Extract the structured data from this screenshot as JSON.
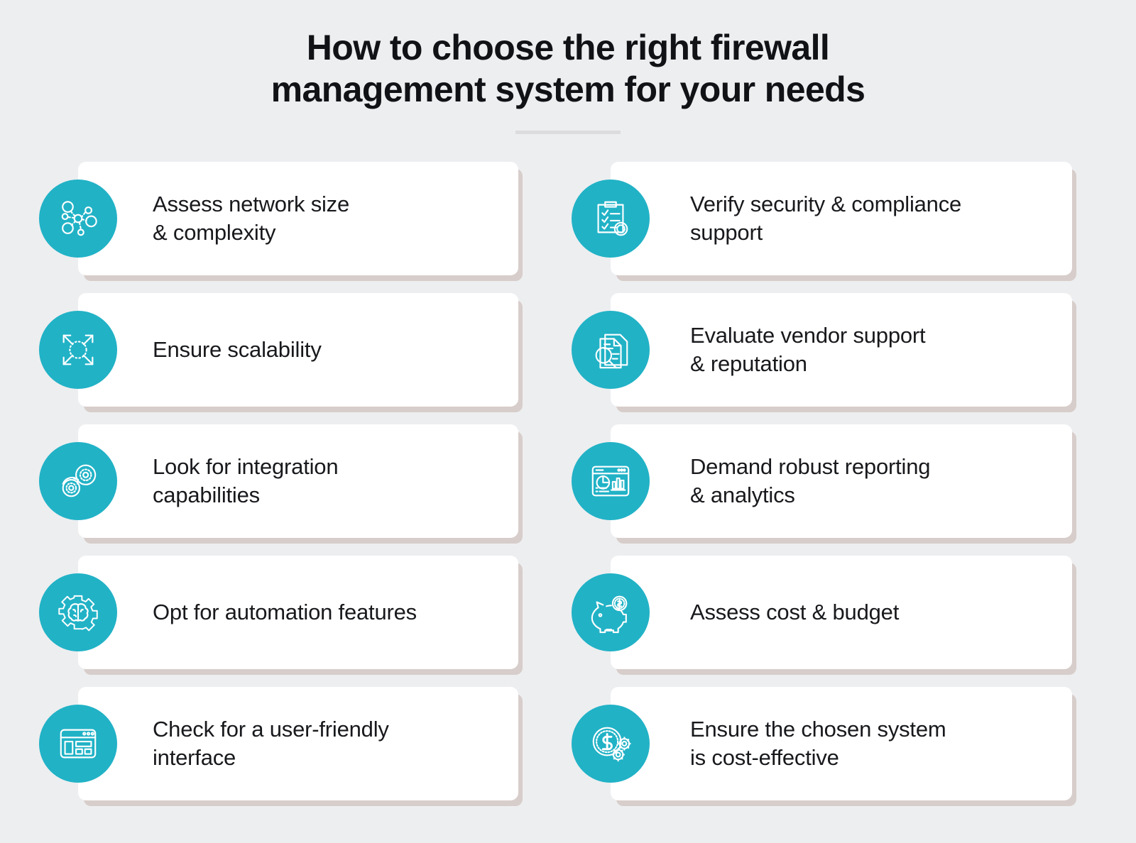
{
  "theme": {
    "background": "#edeef0",
    "accent": "#21b2c6",
    "card_background": "#ffffff",
    "shadow": "#c4b2ac",
    "title_color": "#111215",
    "divider_color": "#dcdcde"
  },
  "header": {
    "title_line1": "How to choose the right firewall",
    "title_line2": "management system for your needs"
  },
  "columns": {
    "left": [
      {
        "icon": "network-nodes-icon",
        "label": "Assess network size\n& complexity"
      },
      {
        "icon": "expand-arrows-icon",
        "label": "Ensure scalability"
      },
      {
        "icon": "interlocking-gears-icon",
        "label": "Look for integration\ncapabilities"
      },
      {
        "icon": "gear-brain-icon",
        "label": "Opt for automation features"
      },
      {
        "icon": "browser-layout-icon",
        "label": "Check for a user-friendly\ninterface"
      }
    ],
    "right": [
      {
        "icon": "clipboard-checklist-badge-icon",
        "label": "Verify security & compliance\nsupport"
      },
      {
        "icon": "documents-magnifier-icon",
        "label": "Evaluate vendor support\n& reputation"
      },
      {
        "icon": "dashboard-charts-icon",
        "label": "Demand robust reporting\n& analytics"
      },
      {
        "icon": "piggy-bank-coin-icon",
        "label": "Assess cost & budget"
      },
      {
        "icon": "dollar-coin-gears-icon",
        "label": "Ensure the chosen system\nis cost-effective"
      }
    ]
  }
}
